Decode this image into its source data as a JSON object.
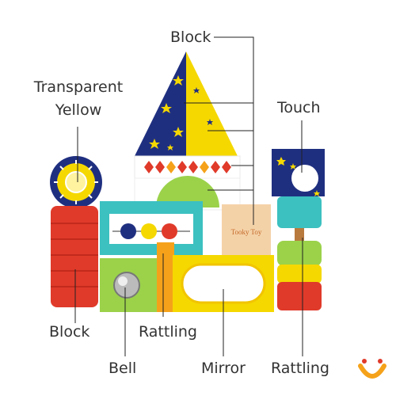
{
  "labels": {
    "block_top": "Block",
    "transparent_yellow": "Transparent\nYellow",
    "touch": "Touch",
    "block_bottom": "Block",
    "rattling_left": "Rattling",
    "bell": "Bell",
    "mirror": "Mirror",
    "rattling_right": "Rattling"
  },
  "brand_mark": "Tooky Toy",
  "colors": {
    "text": "#333333",
    "line": "#222222",
    "navy": "#1f2f80",
    "yellow": "#f5d800",
    "red": "#e03a2a",
    "teal": "#3cc0c0",
    "green": "#9bd24a",
    "orange_logo": "#f5a21a",
    "wood": "#f4d2a8"
  }
}
